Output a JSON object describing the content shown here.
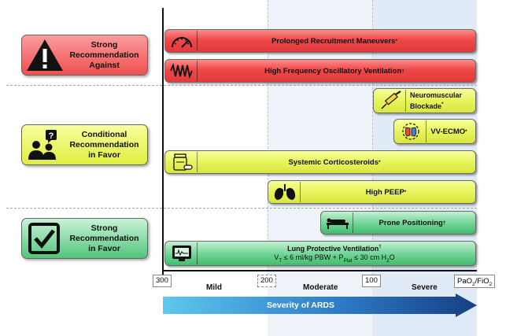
{
  "categories": [
    {
      "label_lines": [
        "Strong",
        "Recommendation",
        "Against"
      ],
      "icon": "warning-icon",
      "color": "#f04848"
    },
    {
      "label_lines": [
        "Conditional",
        "Recommendation",
        "in Favor"
      ],
      "icon": "people-question-icon",
      "color": "#e8f45c"
    },
    {
      "label_lines": [
        "Strong",
        "Recommendation",
        "in Favor"
      ],
      "icon": "checkbox-icon",
      "color": "#44bb6e"
    }
  ],
  "interventions": {
    "recruitment": {
      "label": "Prolonged Recruitment Maneuvers",
      "mark": "*",
      "icon": "gauge-icon"
    },
    "hfov": {
      "label": "High Frequency Oscillatory Ventilation",
      "mark": "†",
      "icon": "waveform-icon"
    },
    "nmb": {
      "label_lines": [
        "Neuromuscular",
        "Blockade"
      ],
      "mark": "*",
      "icon": "syringe-icon"
    },
    "ecmo": {
      "label": "VV-ECMO",
      "mark": "*",
      "icon": "ecmo-icon"
    },
    "steroids": {
      "label": "Systemic Corticosteroids",
      "mark": "*",
      "icon": "pill-bottle-icon"
    },
    "peep": {
      "label": "High PEEP",
      "mark": "*",
      "icon": "lungs-icon"
    },
    "prone": {
      "label": "Prone Positioning",
      "mark": "†",
      "icon": "prone-patient-icon"
    },
    "lpv": {
      "label": "Lung Protective Ventilation",
      "mark": "†",
      "icon": "ventilator-icon",
      "formula": {
        "vt": "V",
        "vt_sub": "T",
        "vt_rest": " ≤ 6 ml/kg PBW + P",
        "p_sub": "Plat",
        "p_rest": " ≤ 30 cm H",
        "h2o_sub": "2",
        "h2o_end": "O"
      }
    }
  },
  "axis": {
    "ticks": [
      "300",
      "200",
      "100"
    ],
    "severity_labels": [
      "Mild",
      "Moderate",
      "Severe"
    ],
    "ratio_label": {
      "main": "PaO",
      "sub": "2",
      "slash": "/FiO",
      "sub2": "2"
    },
    "arrow_label": "Severity of ARDS"
  },
  "colors": {
    "strong_against": "#f04848",
    "conditional": "#e8f45c",
    "strong_favor": "#44bb6e",
    "arrow": "#1f5aa8",
    "zone_moderate": "#eef3fa",
    "zone_severe": "#e1ebf7"
  }
}
